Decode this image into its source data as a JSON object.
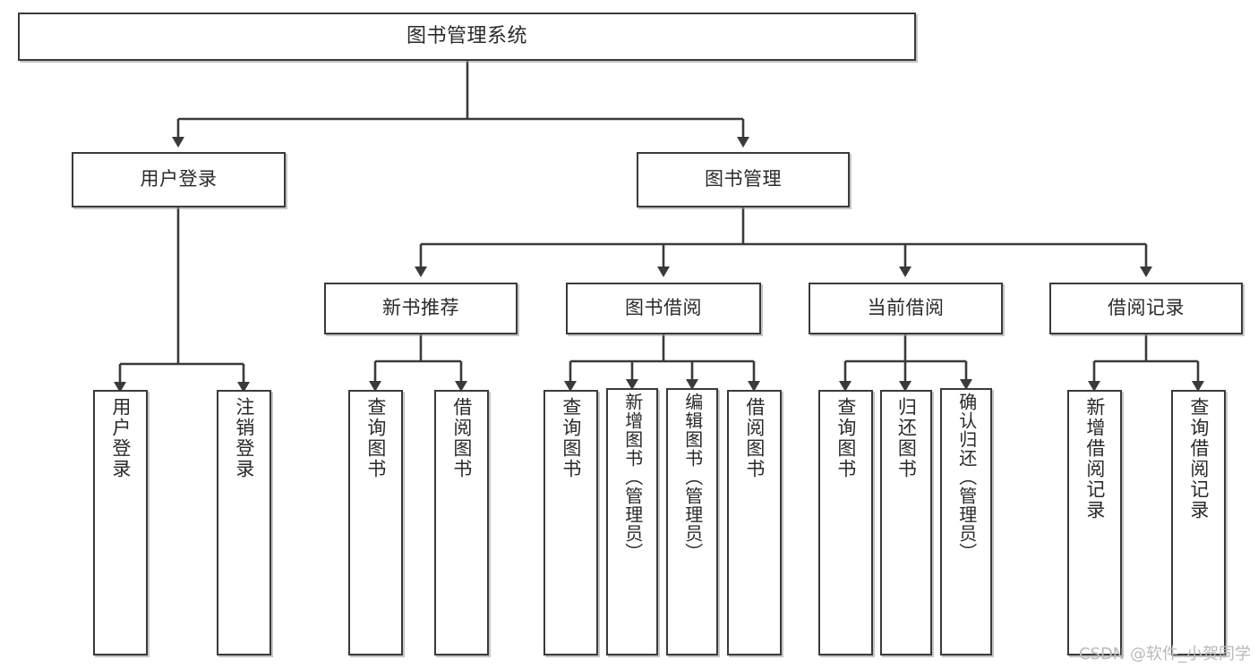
{
  "diagram": {
    "type": "tree",
    "title": "图书管理系统",
    "watermark": "CSDN @软件_小贺同学",
    "colors": {
      "node_border": "#3a3a3a",
      "node_fill": "#ffffff",
      "connector": "#3a3a3a",
      "text": "#2a2a2a",
      "watermark": "#b9b9b9",
      "background": "#ffffff"
    },
    "root": {
      "label": "图书管理系统"
    },
    "level2": [
      {
        "label": "用户登录"
      },
      {
        "label": "图书管理"
      }
    ],
    "level3": [
      {
        "label": "新书推荐"
      },
      {
        "label": "图书借阅"
      },
      {
        "label": "当前借阅"
      },
      {
        "label": "借阅记录"
      }
    ],
    "leaves": {
      "user_login": [
        {
          "label": "用户登录"
        },
        {
          "label": "注销登录"
        }
      ],
      "new_book_recommend": [
        {
          "label": "查询图书"
        },
        {
          "label": "借阅图书"
        }
      ],
      "book_borrow": [
        {
          "label": "查询图书"
        },
        {
          "label": "新增图书（管理员）"
        },
        {
          "label": "编辑图书（管理员）"
        },
        {
          "label": "借阅图书"
        }
      ],
      "current_borrow": [
        {
          "label": "查询图书"
        },
        {
          "label": "归还图书"
        },
        {
          "label": "确认归还（管理员）"
        }
      ],
      "borrow_record": [
        {
          "label": "新增借阅记录"
        },
        {
          "label": "查询借阅记录"
        }
      ]
    }
  }
}
